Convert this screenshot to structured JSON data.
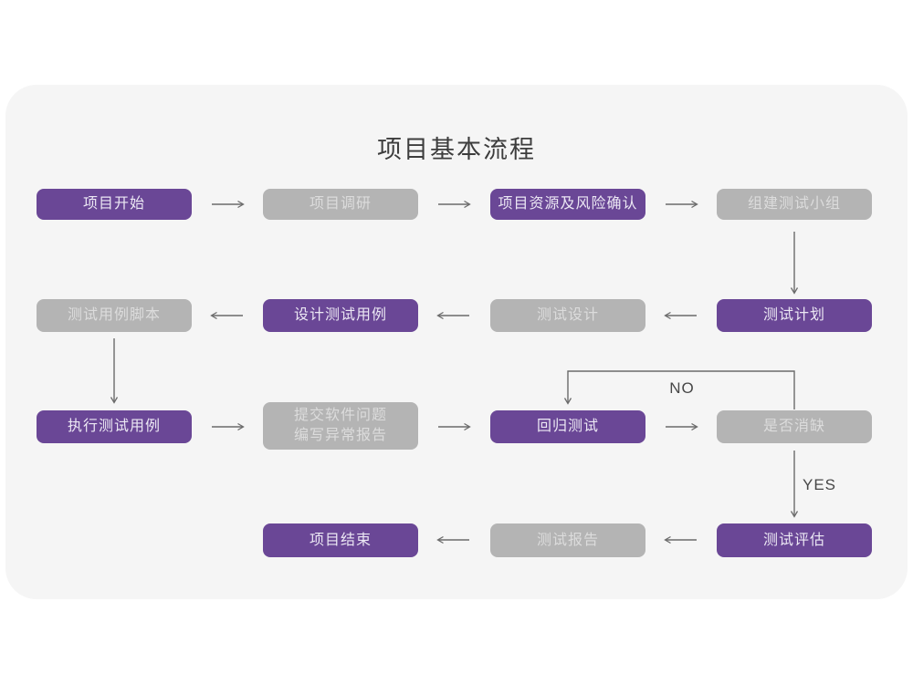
{
  "title": "项目基本流程",
  "branch_labels": {
    "no": "NO",
    "yes": "YES"
  },
  "colors": {
    "purple": "#6a4796",
    "gray": "#b4b4b4",
    "purple_text": "#ece8f4",
    "gray_text": "#dcdcdc",
    "card_bg": "#f5f5f5",
    "page_bg": "#ffffff",
    "arrow": "#6b6b6b",
    "title_text": "#3d3d3d"
  },
  "nodes": [
    {
      "label": "项目开始",
      "type": "primary"
    },
    {
      "label": "项目调研",
      "type": "secondary"
    },
    {
      "label": "项目资源及风险确认",
      "type": "primary"
    },
    {
      "label": "组建测试小组",
      "type": "secondary"
    },
    {
      "label": "测试计划",
      "type": "primary"
    },
    {
      "label": "测试设计",
      "type": "secondary"
    },
    {
      "label": "设计测试用例",
      "type": "primary"
    },
    {
      "label": "测试用例脚本",
      "type": "secondary"
    },
    {
      "label": "执行测试用例",
      "type": "primary"
    },
    {
      "label": "提交软件问题",
      "label2": "编写异常报告",
      "type": "secondary"
    },
    {
      "label": "回归测试",
      "type": "primary"
    },
    {
      "label": "是否消缺",
      "type": "secondary"
    },
    {
      "label": "测试评估",
      "type": "primary"
    },
    {
      "label": "测试报告",
      "type": "secondary"
    },
    {
      "label": "项目结束",
      "type": "primary"
    }
  ]
}
